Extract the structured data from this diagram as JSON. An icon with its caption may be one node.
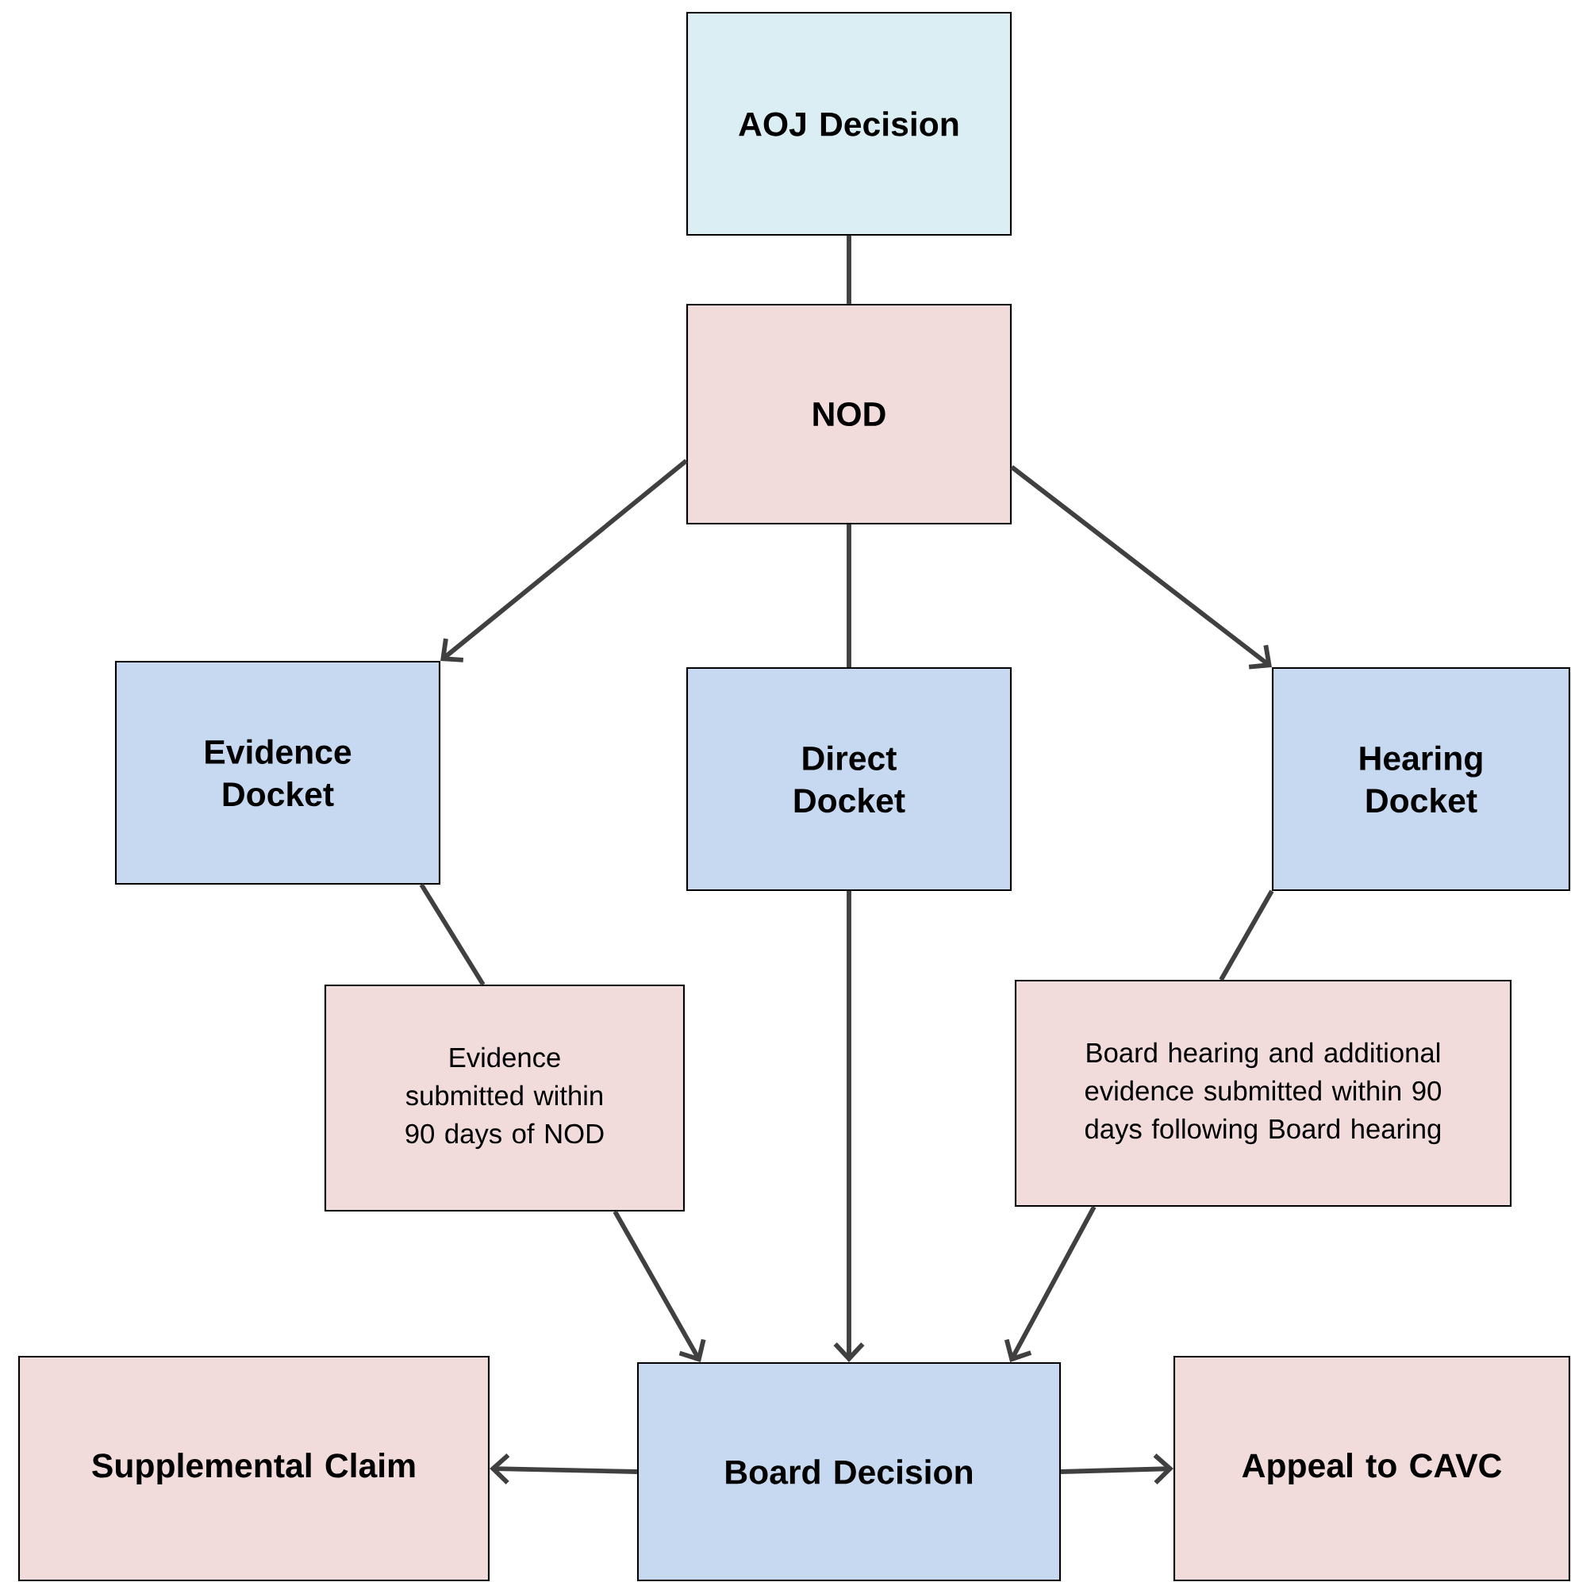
{
  "diagram": {
    "nodes": [
      {
        "text": [
          "AOJ Decision"
        ]
      },
      {
        "text": [
          "NOD"
        ]
      },
      {
        "text": [
          "Evidence Docket"
        ]
      },
      {
        "text": [
          "Direct Docket"
        ]
      },
      {
        "text": [
          "Hearing Docket"
        ]
      },
      {
        "text": [
          "Evidence submitted within 90 days of NOD"
        ]
      },
      {
        "text": [
          "Board hearing and additional evidence submitted within 90 days following Board hearing"
        ]
      },
      {
        "text": [
          "Supplemental Claim"
        ]
      },
      {
        "text": [
          "Board Decision"
        ]
      },
      {
        "text": [
          "Appeal to CAVC"
        ]
      }
    ],
    "edges": [
      {
        "from": 0,
        "to": 1,
        "arrow": "none"
      },
      {
        "from": 1,
        "to": 2,
        "arrow": "to"
      },
      {
        "from": 1,
        "to": 3,
        "arrow": "none"
      },
      {
        "from": 1,
        "to": 4,
        "arrow": "to"
      },
      {
        "from": 2,
        "to": 5,
        "arrow": "none"
      },
      {
        "from": 3,
        "to": 8,
        "arrow": "to"
      },
      {
        "from": 4,
        "to": 6,
        "arrow": "none"
      },
      {
        "from": 5,
        "to": 8,
        "arrow": "to"
      },
      {
        "from": 6,
        "to": 8,
        "arrow": "to"
      },
      {
        "from": 8,
        "to": 7,
        "arrow": "to"
      },
      {
        "from": 8,
        "to": 9,
        "arrow": "to"
      }
    ]
  }
}
